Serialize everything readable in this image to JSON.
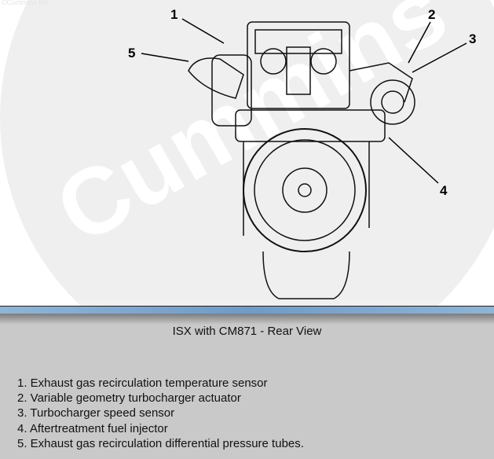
{
  "figure": {
    "copyright": "©Cummins Inc",
    "watermark": "Cummins",
    "callouts": [
      "1",
      "2",
      "3",
      "4",
      "5"
    ]
  },
  "caption": "ISX with CM871 - Rear View",
  "legend": [
    "1. Exhaust gas recirculation temperature sensor",
    "2. Variable geometry turbocharger actuator",
    "3. Turbocharger speed sensor",
    "4. Aftertreatment fuel injector",
    "5. Exhaust gas recirculation differential pressure tubes."
  ]
}
